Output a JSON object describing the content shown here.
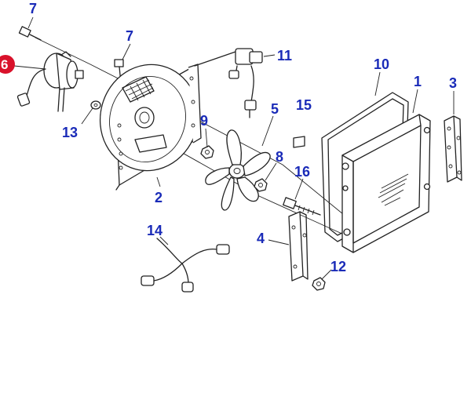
{
  "callouts": [
    {
      "id": "c7a",
      "label": "7"
    },
    {
      "id": "c7b",
      "label": "7"
    },
    {
      "id": "c6",
      "label": "6",
      "highlighted": true,
      "highlight_color": "#d9122b"
    },
    {
      "id": "c11",
      "label": "11"
    },
    {
      "id": "c10",
      "label": "10"
    },
    {
      "id": "c1",
      "label": "1"
    },
    {
      "id": "c3",
      "label": "3"
    },
    {
      "id": "c13",
      "label": "13"
    },
    {
      "id": "c9",
      "label": "9"
    },
    {
      "id": "c5",
      "label": "5"
    },
    {
      "id": "c15",
      "label": "15"
    },
    {
      "id": "c8",
      "label": "8"
    },
    {
      "id": "c16",
      "label": "16"
    },
    {
      "id": "c2",
      "label": "2"
    },
    {
      "id": "c14",
      "label": "14"
    },
    {
      "id": "c4",
      "label": "4"
    },
    {
      "id": "c12",
      "label": "12"
    }
  ],
  "colors": {
    "callout_text": "#1a2bb8",
    "line_art": "#222222",
    "highlight": "#d9122b"
  }
}
